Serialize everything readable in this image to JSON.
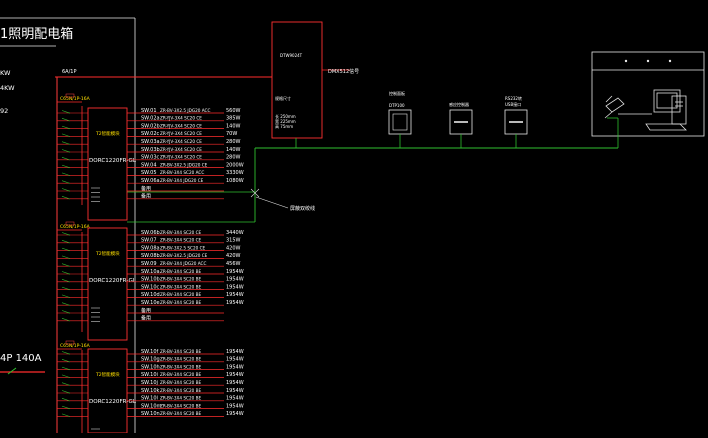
{
  "colors": {
    "background": "#000000",
    "wire_red": "#ff2d2d",
    "bus_red": "#ff3b3b",
    "signal_green": "#2fbf2f",
    "frame_white": "#e8e8e8",
    "label_yellow": "#ffe000"
  },
  "header": {
    "title": "1照明配电箱",
    "breaker": "6A/1P",
    "load_1": "KW",
    "load_2": "4KW",
    "load_3": "92",
    "main_switch": "4P 140A"
  },
  "controller": {
    "model": "DTW9024T",
    "output": "DMX512信号",
    "spec_title": "规格尺寸",
    "spec_1": "长  250mm",
    "spec_2": "宽  225mm",
    "spec_3": "高  75mm"
  },
  "devices": {
    "dtp_label": "DTP100",
    "dtp_top": "控制面板",
    "sensor_label": "感应控制器",
    "rs232_label": "RS232转",
    "rs232_sub": "USB接口",
    "pc_icon": "computer-workstation-icon"
  },
  "cable_note": "屏蔽双绞线",
  "groups": [
    {
      "module": "DORC1220FR-GL",
      "module_top": "T2智能模块",
      "breaker_note": "C65N/1P-16A",
      "circuits": [
        {
          "id": "SW.01",
          "cable": "ZR-BV-3X2.5 JDG20 ACC",
          "load": "560W"
        },
        {
          "id": "SW.02a",
          "cable": "ZR-YJV-3X4 SC20 CE",
          "load": "385W"
        },
        {
          "id": "SW.02b",
          "cable": "ZR-YJV-3X4 SC20 CE",
          "load": "140W"
        },
        {
          "id": "SW.02c",
          "cable": "ZR-YJV-3X4 SC20 CE",
          "load": "70W"
        },
        {
          "id": "SW.03a",
          "cable": "ZR-YJV-3X4 SC20 CE",
          "load": "280W"
        },
        {
          "id": "SW.03b",
          "cable": "ZR-YJV-3X4 SC20 CE",
          "load": "140W"
        },
        {
          "id": "SW.03c",
          "cable": "ZR-YJV-3X4 SC20 CE",
          "load": "280W"
        },
        {
          "id": "SW.04",
          "cable": "ZR-BV-3X2.5 JDG20 CE",
          "load": "2000W"
        },
        {
          "id": "SW.05",
          "cable": "ZR-BV-3X4 SC20 ACC",
          "load": "3330W"
        },
        {
          "id": "SW.06a",
          "cable": "ZR-BV-3X4 JDG20 CE",
          "load": "1080W"
        },
        {
          "id": "备用",
          "cable": "",
          "load": ""
        },
        {
          "id": "备用",
          "cable": "",
          "load": ""
        }
      ]
    },
    {
      "module": "DORC1220FR-GL",
      "module_top": "T2智能模块",
      "breaker_note": "C65N/1P-16A",
      "circuits": [
        {
          "id": "SW.06b",
          "cable": "ZR-BV-3X4 SC20 CE",
          "load": "3440W"
        },
        {
          "id": "SW.07",
          "cable": "ZR-BV-3X4 SC20 CE",
          "load": "315W"
        },
        {
          "id": "SW.08a",
          "cable": "ZR-BV-3X2.5 SC20 CE",
          "load": "420W"
        },
        {
          "id": "SW.08b",
          "cable": "ZR-BV-3X2.5 JDG20 CE",
          "load": "420W"
        },
        {
          "id": "SW.09",
          "cable": "ZR-BV-3X4 JDG20 ACC",
          "load": "456W"
        },
        {
          "id": "SW.10a",
          "cable": "ZR-BV-3X4 SC20 BE",
          "load": "1954W"
        },
        {
          "id": "SW.10b",
          "cable": "ZR-BV-3X4 SC20 BE",
          "load": "1954W"
        },
        {
          "id": "SW.10c",
          "cable": "ZR-BV-3X4 SC20 BE",
          "load": "1954W"
        },
        {
          "id": "SW.10d",
          "cable": "ZR-BV-3X4 SC20 BE",
          "load": "1954W"
        },
        {
          "id": "SW.10e",
          "cable": "ZR-BV-3X4 SC20 BE",
          "load": "1954W"
        },
        {
          "id": "备用",
          "cable": "",
          "load": ""
        },
        {
          "id": "备用",
          "cable": "",
          "load": ""
        }
      ]
    },
    {
      "module": "DORC1220FR-GL",
      "module_top": "T2智能模块",
      "breaker_note": "C65N/1P-16A",
      "circuits": [
        {
          "id": "SW.10f",
          "cable": "ZR-BV-3X4 SC20 BE",
          "load": "1954W"
        },
        {
          "id": "SW.10g",
          "cable": "ZR-BV-3X4 SC20 BE",
          "load": "1954W"
        },
        {
          "id": "SW.10h",
          "cable": "ZR-BV-3X4 SC20 BE",
          "load": "1954W"
        },
        {
          "id": "SW.10i",
          "cable": "ZR-BV-3X4 SC20 BE",
          "load": "1954W"
        },
        {
          "id": "SW.10j",
          "cable": "ZR-BV-3X4 SC20 BE",
          "load": "1954W"
        },
        {
          "id": "SW.10k",
          "cable": "ZR-BV-3X4 SC20 BE",
          "load": "1954W"
        },
        {
          "id": "SW.10l",
          "cable": "ZR-BV-3X4 SC20 BE",
          "load": "1954W"
        },
        {
          "id": "SW.10m",
          "cable": "ZR-BV-3X4 SC20 BE",
          "load": "1954W"
        },
        {
          "id": "SW.10n",
          "cable": "ZR-BV-3X4 SC20 BE",
          "load": "1954W"
        }
      ]
    }
  ]
}
